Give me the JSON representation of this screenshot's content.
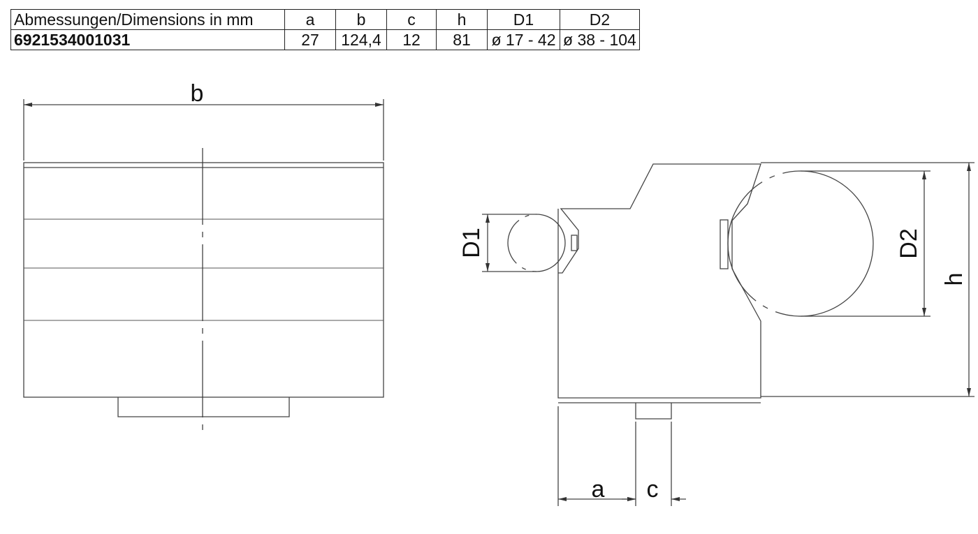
{
  "table": {
    "header": {
      "title": "Abmessungen/Dimensions in mm",
      "cols": [
        "a",
        "b",
        "c",
        "h",
        "D1",
        "D2"
      ]
    },
    "row": {
      "article": "6921534001031",
      "values": [
        "27",
        "124,4",
        "12",
        "81",
        "ø 17 - 42",
        "ø 38 - 104"
      ]
    }
  },
  "labels": {
    "b": "b",
    "d1": "D1",
    "d2": "D2",
    "h": "h",
    "a": "a",
    "c": "c"
  }
}
